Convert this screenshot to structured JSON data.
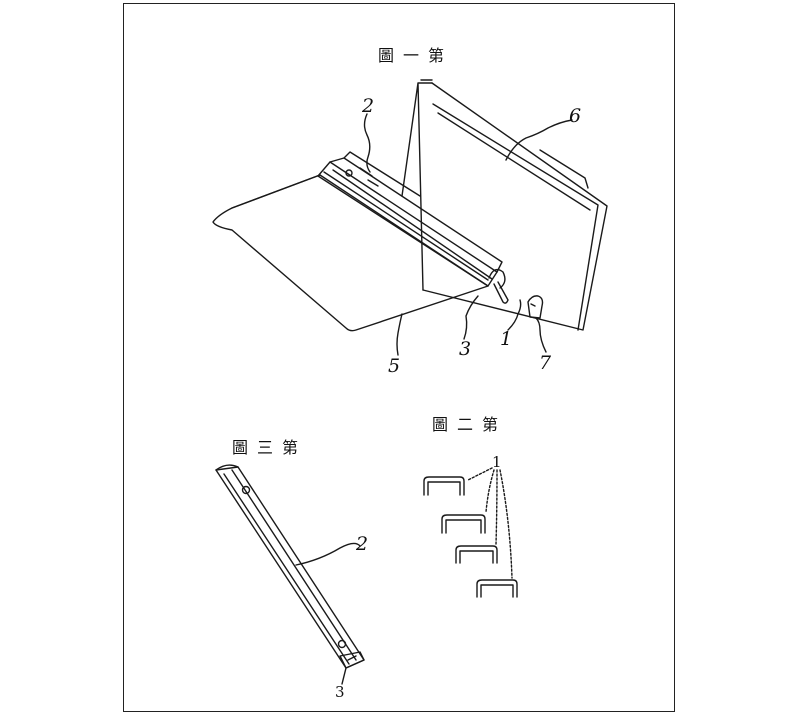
{
  "figures": [
    {
      "title": "圖一第"
    },
    {
      "title": "圖二第"
    },
    {
      "title": "圖三第"
    }
  ],
  "labels": {
    "fig1": [
      "2",
      "6",
      "3",
      "1",
      "5",
      "7"
    ],
    "fig2": [
      "1"
    ],
    "fig3": [
      "2",
      "3"
    ]
  }
}
